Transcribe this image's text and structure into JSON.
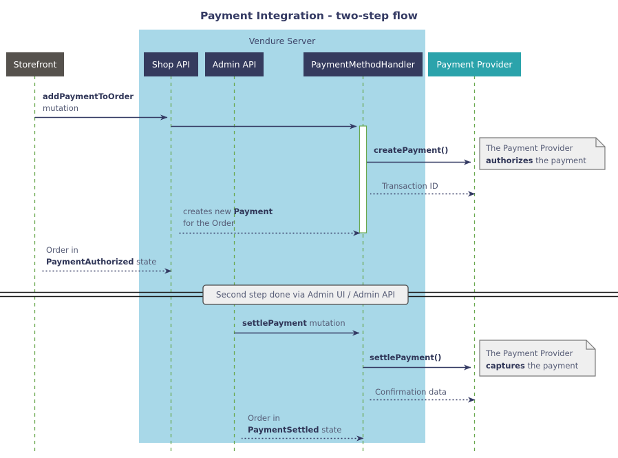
{
  "title": "Payment Integration - two-step flow",
  "colors": {
    "group_fill": "#a8d8e8",
    "actor_dark": "#353b5e",
    "actor_storefront": "#56524d",
    "actor_provider": "#2ba3ab",
    "lifeline": "#6aa84f",
    "arrow": "#343a63",
    "note_fill": "#eeeeee",
    "note_border": "#7a7a7a",
    "text": "#555b75",
    "text_bold": "#2f3557",
    "activation_fill": "#ffffff",
    "activation_border": "#6aa84f"
  },
  "group": {
    "label": "Vendure Server"
  },
  "actors": [
    {
      "id": "storefront",
      "label": "Storefront",
      "style": "storefront"
    },
    {
      "id": "shop-api",
      "label": "Shop API",
      "style": "dark"
    },
    {
      "id": "admin-api",
      "label": "Admin API",
      "style": "dark"
    },
    {
      "id": "payment-method-handler",
      "label": "PaymentMethodHandler",
      "style": "dark"
    },
    {
      "id": "payment-provider",
      "label": "Payment Provider",
      "style": "provider"
    }
  ],
  "messages": [
    {
      "id": "add-payment-to-order",
      "from": "storefront",
      "to": "shop-api",
      "kind": "solid",
      "line1_bold": "addPaymentToOrder",
      "line1_rest": "",
      "line2_bold": "",
      "line2_rest": "mutation"
    },
    {
      "id": "shop-api-to-handler",
      "from": "shop-api",
      "to": "payment-method-handler",
      "kind": "solid",
      "line1_bold": "",
      "line1_rest": "",
      "line2_bold": "",
      "line2_rest": ""
    },
    {
      "id": "create-payment",
      "from": "payment-method-handler",
      "to": "payment-provider",
      "kind": "solid",
      "line1_bold": "createPayment()",
      "line1_rest": "",
      "line2_bold": "",
      "line2_rest": ""
    },
    {
      "id": "transaction-id",
      "from": "payment-provider",
      "to": "payment-method-handler",
      "kind": "dotted",
      "line1_bold": "",
      "line1_rest": "Transaction ID",
      "line2_bold": "",
      "line2_rest": ""
    },
    {
      "id": "creates-new-payment",
      "from": "payment-method-handler",
      "to": "shop-api",
      "kind": "dotted",
      "line1_bold": "Payment",
      "line1_rest": "creates new ",
      "line2_bold": "",
      "line2_rest": "for the Order"
    },
    {
      "id": "order-payment-authorized",
      "from": "shop-api",
      "to": "storefront",
      "kind": "dotted",
      "line1_bold": "",
      "line1_rest": "Order in",
      "line2_bold": "PaymentAuthorized",
      "line2_rest": " state"
    },
    {
      "id": "settle-payment-mutation",
      "from": "admin-api",
      "to": "payment-method-handler",
      "kind": "solid",
      "line1_bold": "settlePayment",
      "line1_rest": " mutation",
      "line2_bold": "",
      "line2_rest": ""
    },
    {
      "id": "settle-payment-call",
      "from": "payment-method-handler",
      "to": "payment-provider",
      "kind": "solid",
      "line1_bold": "settlePayment()",
      "line1_rest": "",
      "line2_bold": "",
      "line2_rest": ""
    },
    {
      "id": "confirmation-data",
      "from": "payment-provider",
      "to": "payment-method-handler",
      "kind": "dotted",
      "line1_bold": "",
      "line1_rest": "Confirmation data",
      "line2_bold": "",
      "line2_rest": ""
    },
    {
      "id": "order-payment-settled",
      "from": "payment-method-handler",
      "to": "admin-api",
      "kind": "dotted",
      "line1_bold": "",
      "line1_rest": "Order in",
      "line2_bold": "PaymentSettled",
      "line2_rest": " state"
    }
  ],
  "notes": [
    {
      "id": "note-authorizes",
      "line1": "The Payment Provider",
      "line2_bold": "authorizes",
      "line2_rest": " the payment"
    },
    {
      "id": "note-captures",
      "line1": "The Payment Provider",
      "line2_bold": "captures",
      "line2_rest": " the payment"
    }
  ],
  "divider": {
    "label": "Second step done via Admin UI / Admin API"
  }
}
